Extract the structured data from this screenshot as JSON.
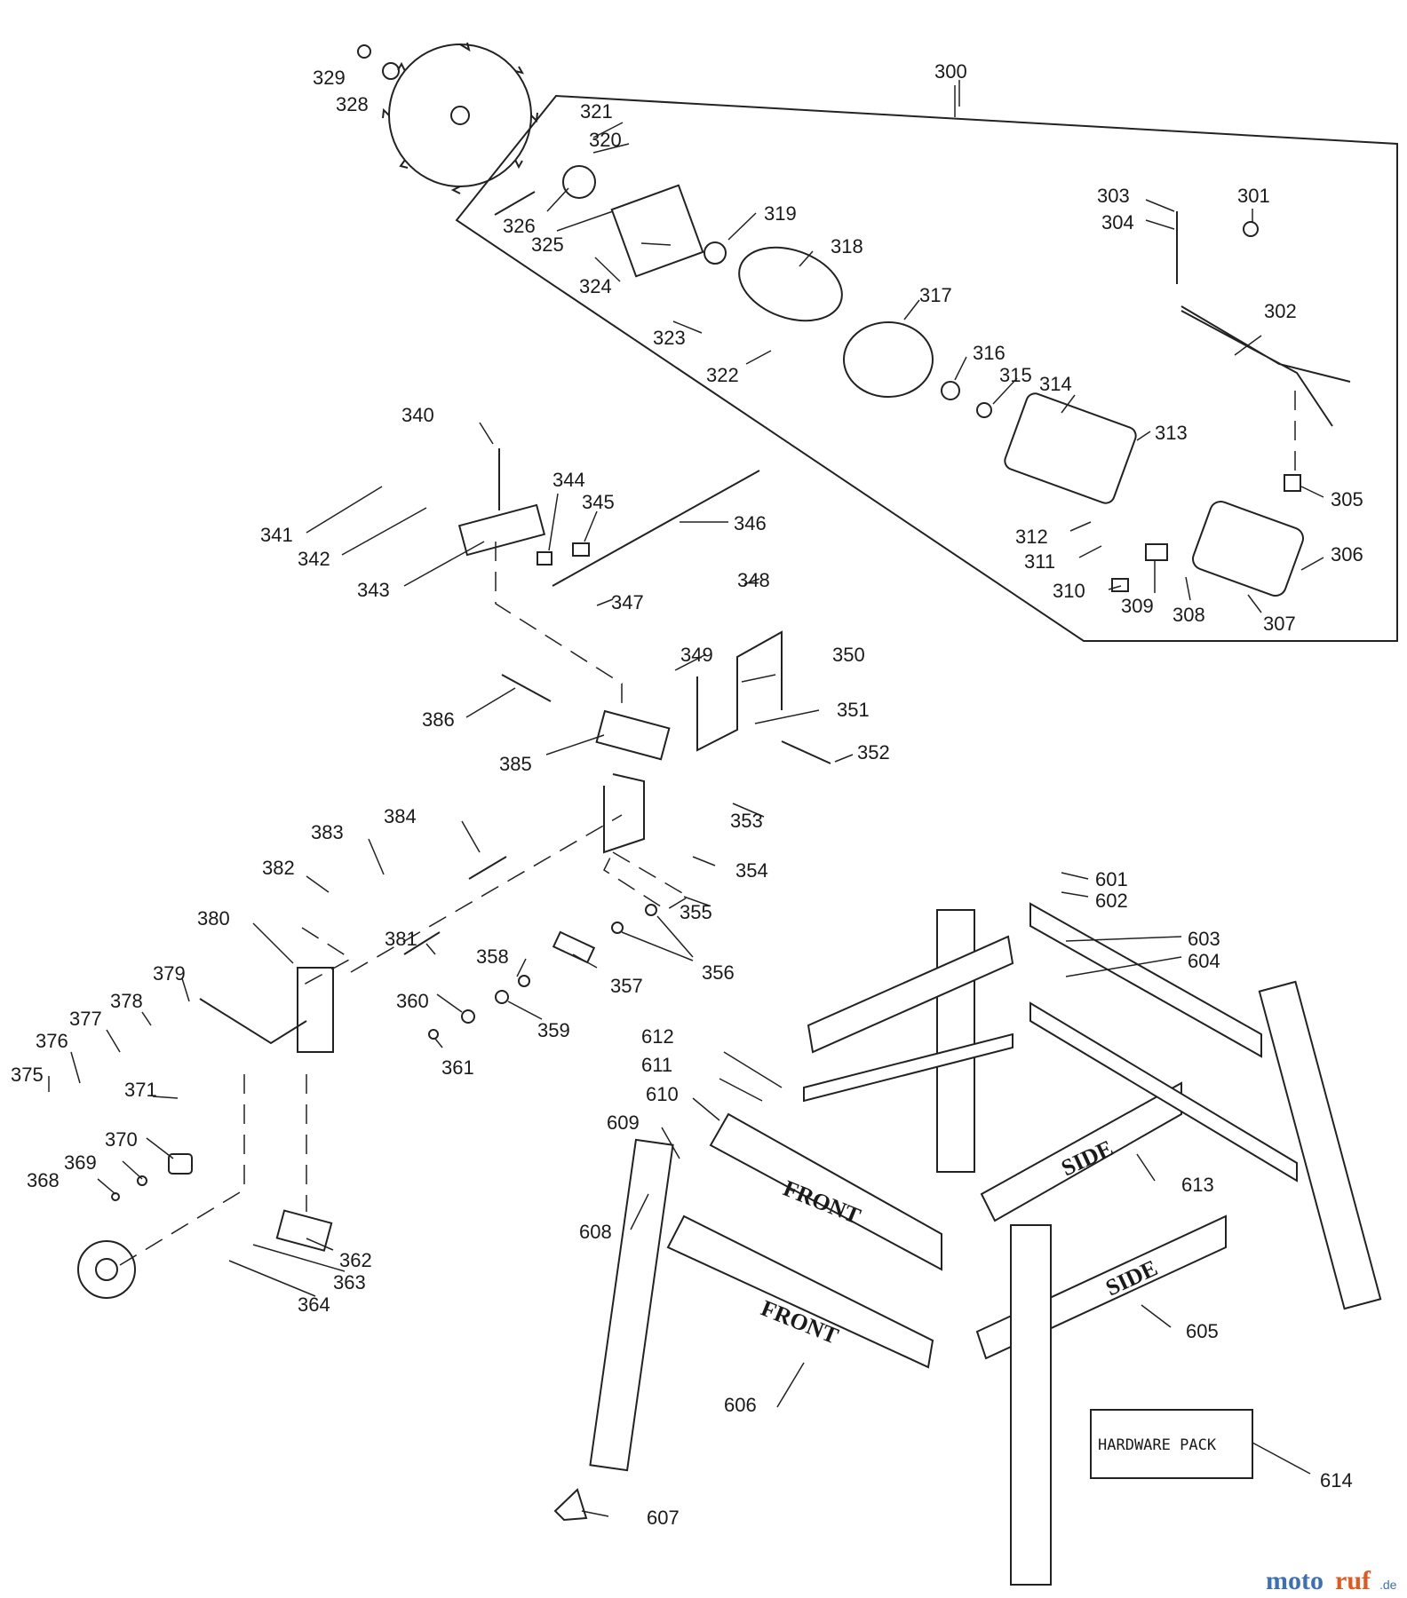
{
  "labels": {
    "n300": "300",
    "n301": "301",
    "n302": "302",
    "n303": "303",
    "n304": "304",
    "n305": "305",
    "n306": "306",
    "n307": "307",
    "n308": "308",
    "n309": "309",
    "n310": "310",
    "n311": "311",
    "n312": "312",
    "n313": "313",
    "n314": "314",
    "n315": "315",
    "n316": "316",
    "n317": "317",
    "n318": "318",
    "n319": "319",
    "n320": "320",
    "n321": "321",
    "n322": "322",
    "n323": "323",
    "n324": "324",
    "n325": "325",
    "n326": "326",
    "n328": "328",
    "n329": "329",
    "n340": "340",
    "n341": "341",
    "n342": "342",
    "n343": "343",
    "n344": "344",
    "n345": "345",
    "n346": "346",
    "n347": "347",
    "n348": "348",
    "n349": "349",
    "n350": "350",
    "n351": "351",
    "n352": "352",
    "n353": "353",
    "n354": "354",
    "n355": "355",
    "n356": "356",
    "n357": "357",
    "n358": "358",
    "n359": "359",
    "n360": "360",
    "n361": "361",
    "n362": "362",
    "n363": "363",
    "n364": "364",
    "n368": "368",
    "n369": "369",
    "n370": "370",
    "n371": "371",
    "n375": "375",
    "n376": "376",
    "n377": "377",
    "n378": "378",
    "n379": "379",
    "n380": "380",
    "n381": "381",
    "n382": "382",
    "n383": "383",
    "n384": "384",
    "n385": "385",
    "n386": "386",
    "n601": "601",
    "n602": "602",
    "n603": "603",
    "n604": "604",
    "n605": "605",
    "n606": "606",
    "n607": "607",
    "n608": "608",
    "n609": "609",
    "n610": "610",
    "n611": "611",
    "n612": "612",
    "n613": "613",
    "n614": "614"
  },
  "stamps": {
    "front_upper": "FRONT",
    "front_lower": "FRONT",
    "side_upper": "SIDE",
    "side_lower": "SIDE"
  },
  "hardware_pack": "HARDWARE PACK",
  "watermark": {
    "brand_a": "moto",
    "brand_b": "ruf",
    "suffix": ".de"
  },
  "colors": {
    "ink": "#222222",
    "watermark_blue": "#3d6fb5",
    "watermark_orange": "#e0581f"
  }
}
